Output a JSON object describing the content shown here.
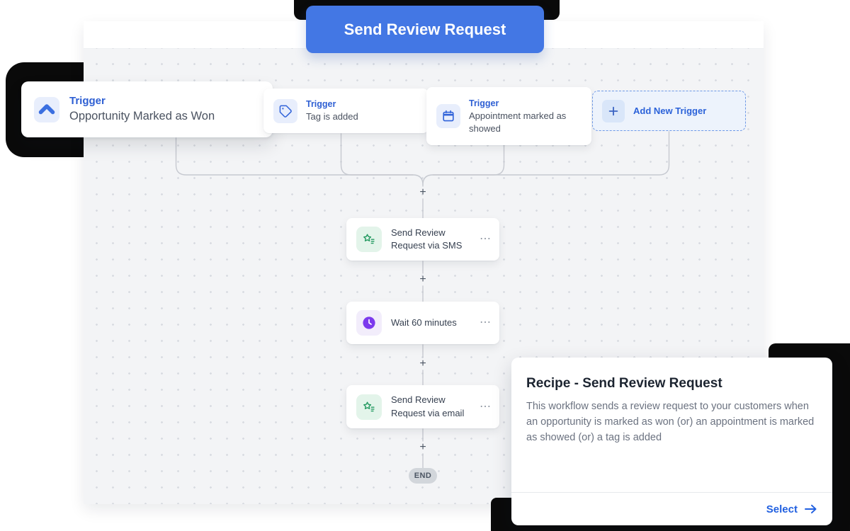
{
  "banner": {
    "label": "Send Review Request"
  },
  "triggers": [
    {
      "type_label": "Trigger",
      "name": "Opportunity Marked as Won",
      "icon": "chevron-up-icon"
    },
    {
      "type_label": "Trigger",
      "name": "Tag is added",
      "icon": "tag-icon"
    },
    {
      "type_label": "Trigger",
      "name": "Appointment marked as showed",
      "icon": "calendar-icon"
    }
  ],
  "add_trigger": {
    "label": "Add New Trigger",
    "icon": "plus-icon"
  },
  "steps": [
    {
      "name": "Send Review Request via SMS",
      "icon": "review-star-icon",
      "menu_icon": "⋯"
    },
    {
      "name": "Wait 60 minutes",
      "icon": "clock-icon",
      "menu_icon": "⋯"
    },
    {
      "name": "Send Review Request via email",
      "icon": "review-star-icon",
      "menu_icon": "⋯"
    }
  ],
  "connectors": {
    "plus_label": "+",
    "end_label": "END"
  },
  "recipe_card": {
    "title": "Recipe - Send Review Request",
    "description": "This workflow sends a review request to your customers when an opportunity is marked as won (or) an appointment is marked as showed (or) a tag is added",
    "select_label": "Select",
    "select_icon": "arrow-right-icon"
  },
  "colors": {
    "primary_blue": "#4377e4",
    "trigger_label_blue": "#2e5fd3",
    "icon_stroke_blue": "#2f62d9",
    "review_green": "#239960",
    "wait_purple": "#7c3aed",
    "select_blue": "#2160e0",
    "connector_gray": "#c6c9d0",
    "canvas_bg": "#f3f4f6",
    "canvas_dot": "#d8dbe1",
    "highlight_black": "#0a0a0a",
    "end_pill_bg": "#d2d6db"
  }
}
